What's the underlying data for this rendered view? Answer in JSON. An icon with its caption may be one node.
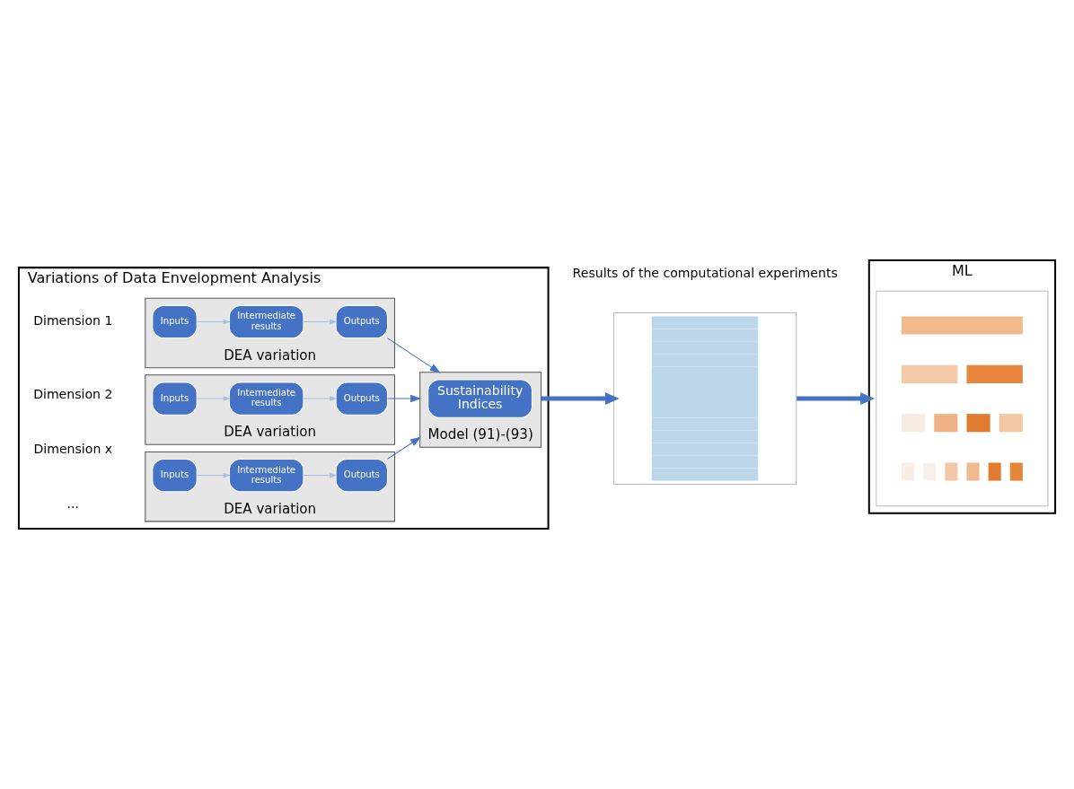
{
  "diagram": {
    "nodes": [
      {
        "text": [
          "Variations of Data Envelopment Analysis"
        ]
      },
      {
        "text": [
          "DEA variation"
        ],
        "beside": [
          "Dimension 1"
        ],
        "in": 0
      },
      {
        "text": [
          "Inputs"
        ],
        "in": 1
      },
      {
        "text": [
          "Intermediate results"
        ],
        "in": 1
      },
      {
        "text": [
          "Outputs"
        ],
        "in": 1
      },
      {
        "text": [
          "DEA variation"
        ],
        "beside": [
          "Dimension 2"
        ],
        "in": 0
      },
      {
        "text": [
          "Inputs"
        ],
        "in": 5
      },
      {
        "text": [
          "Intermediate results"
        ],
        "in": 5
      },
      {
        "text": [
          "Outputs"
        ],
        "in": 5
      },
      {
        "text": [
          "DEA variation"
        ],
        "beside": [
          "Dimension x"
        ],
        "in": 0
      },
      {
        "text": [
          "Inputs"
        ],
        "in": 9
      },
      {
        "text": [
          "Intermediate results"
        ],
        "in": 9
      },
      {
        "text": [
          "Outputs"
        ],
        "in": 9
      },
      {
        "text": [
          "Model (91)-(93)"
        ],
        "in": 0
      },
      {
        "text": [
          "Sustainability Indices"
        ],
        "in": 13
      },
      {
        "text": [],
        "shape": "picture",
        "beside": [
          "Results of the computational experiments"
        ]
      },
      {
        "text": [
          "ML"
        ]
      },
      {
        "text": [],
        "shape": "picture",
        "in": 16
      }
    ],
    "edges": [
      {
        "from": 2,
        "to": 3,
        "arrow": "to",
        "color": "#a9bde3"
      },
      {
        "from": 3,
        "to": 4,
        "arrow": "to",
        "color": "#a9bde3"
      },
      {
        "from": 6,
        "to": 7,
        "arrow": "to",
        "color": "#a9bde3"
      },
      {
        "from": 7,
        "to": 8,
        "arrow": "to",
        "color": "#a9bde3"
      },
      {
        "from": 10,
        "to": 11,
        "arrow": "to",
        "color": "#a9bde3"
      },
      {
        "from": 11,
        "to": 12,
        "arrow": "to",
        "color": "#a9bde3"
      },
      {
        "from": 4,
        "to": 13,
        "arrow": "to",
        "color": "#4472c4"
      },
      {
        "from": 8,
        "to": 13,
        "arrow": "to",
        "color": "#4472c4"
      },
      {
        "from": 12,
        "to": 13,
        "arrow": "to",
        "color": "#4472c4"
      },
      {
        "from": 13,
        "to": 15,
        "arrow": "to",
        "style": "thick",
        "color": "#4472c4"
      },
      {
        "from": 15,
        "to": 16,
        "arrow": "to",
        "style": "thick",
        "color": "#4472c4"
      }
    ],
    "labels": [
      "..."
    ]
  }
}
